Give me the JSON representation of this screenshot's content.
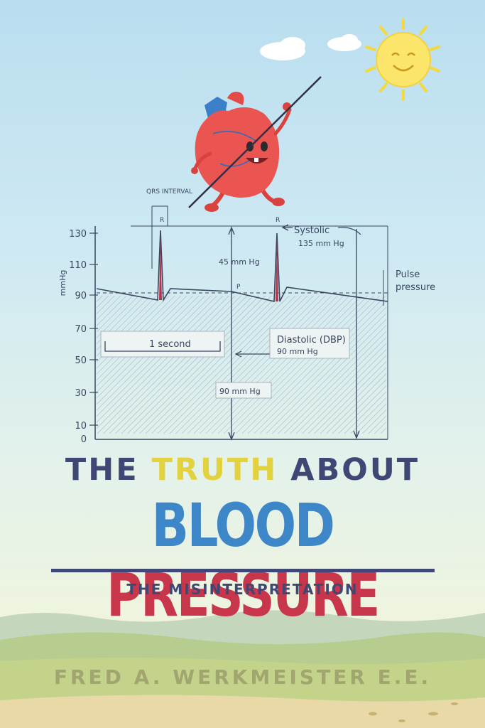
{
  "title": {
    "line1_part1": "THE ",
    "line1_highlight": "TRUTH",
    "line1_part2": " ABOUT",
    "line2_word1": "BLOOD",
    "line2_word2": "PRESSURE",
    "subtitle": "THE MISINTERPRETATION"
  },
  "author": "FRED A. WERKMEISTER E.E.",
  "diagram": {
    "qrs_label": "QRS INTERVAL",
    "r_label": "R",
    "p_label": "P",
    "systolic_label": "Systolic",
    "systolic_value": "135 mm Hg",
    "pulse_pressure_label_1": "Pulse",
    "pulse_pressure_label_2": "pressure",
    "diff_value": "45 mm Hg",
    "diastolic_label": "Diastolic (DBP)",
    "diastolic_value": "90 mm Hg",
    "baseline_value": "90 mm Hg",
    "one_second_label": "1 second",
    "y_axis_label": "mmHg",
    "y_ticks": [
      "130",
      "110",
      "90",
      "70",
      "50",
      "30",
      "10",
      "0"
    ]
  },
  "colors": {
    "title_dark": "#3f4874",
    "title_yellow": "#e3d23f",
    "blood_blue": "#3d86c8",
    "pressure_red": "#c8364b",
    "author_olive": "#a1a56f",
    "pulse_red": "#b8344a"
  }
}
